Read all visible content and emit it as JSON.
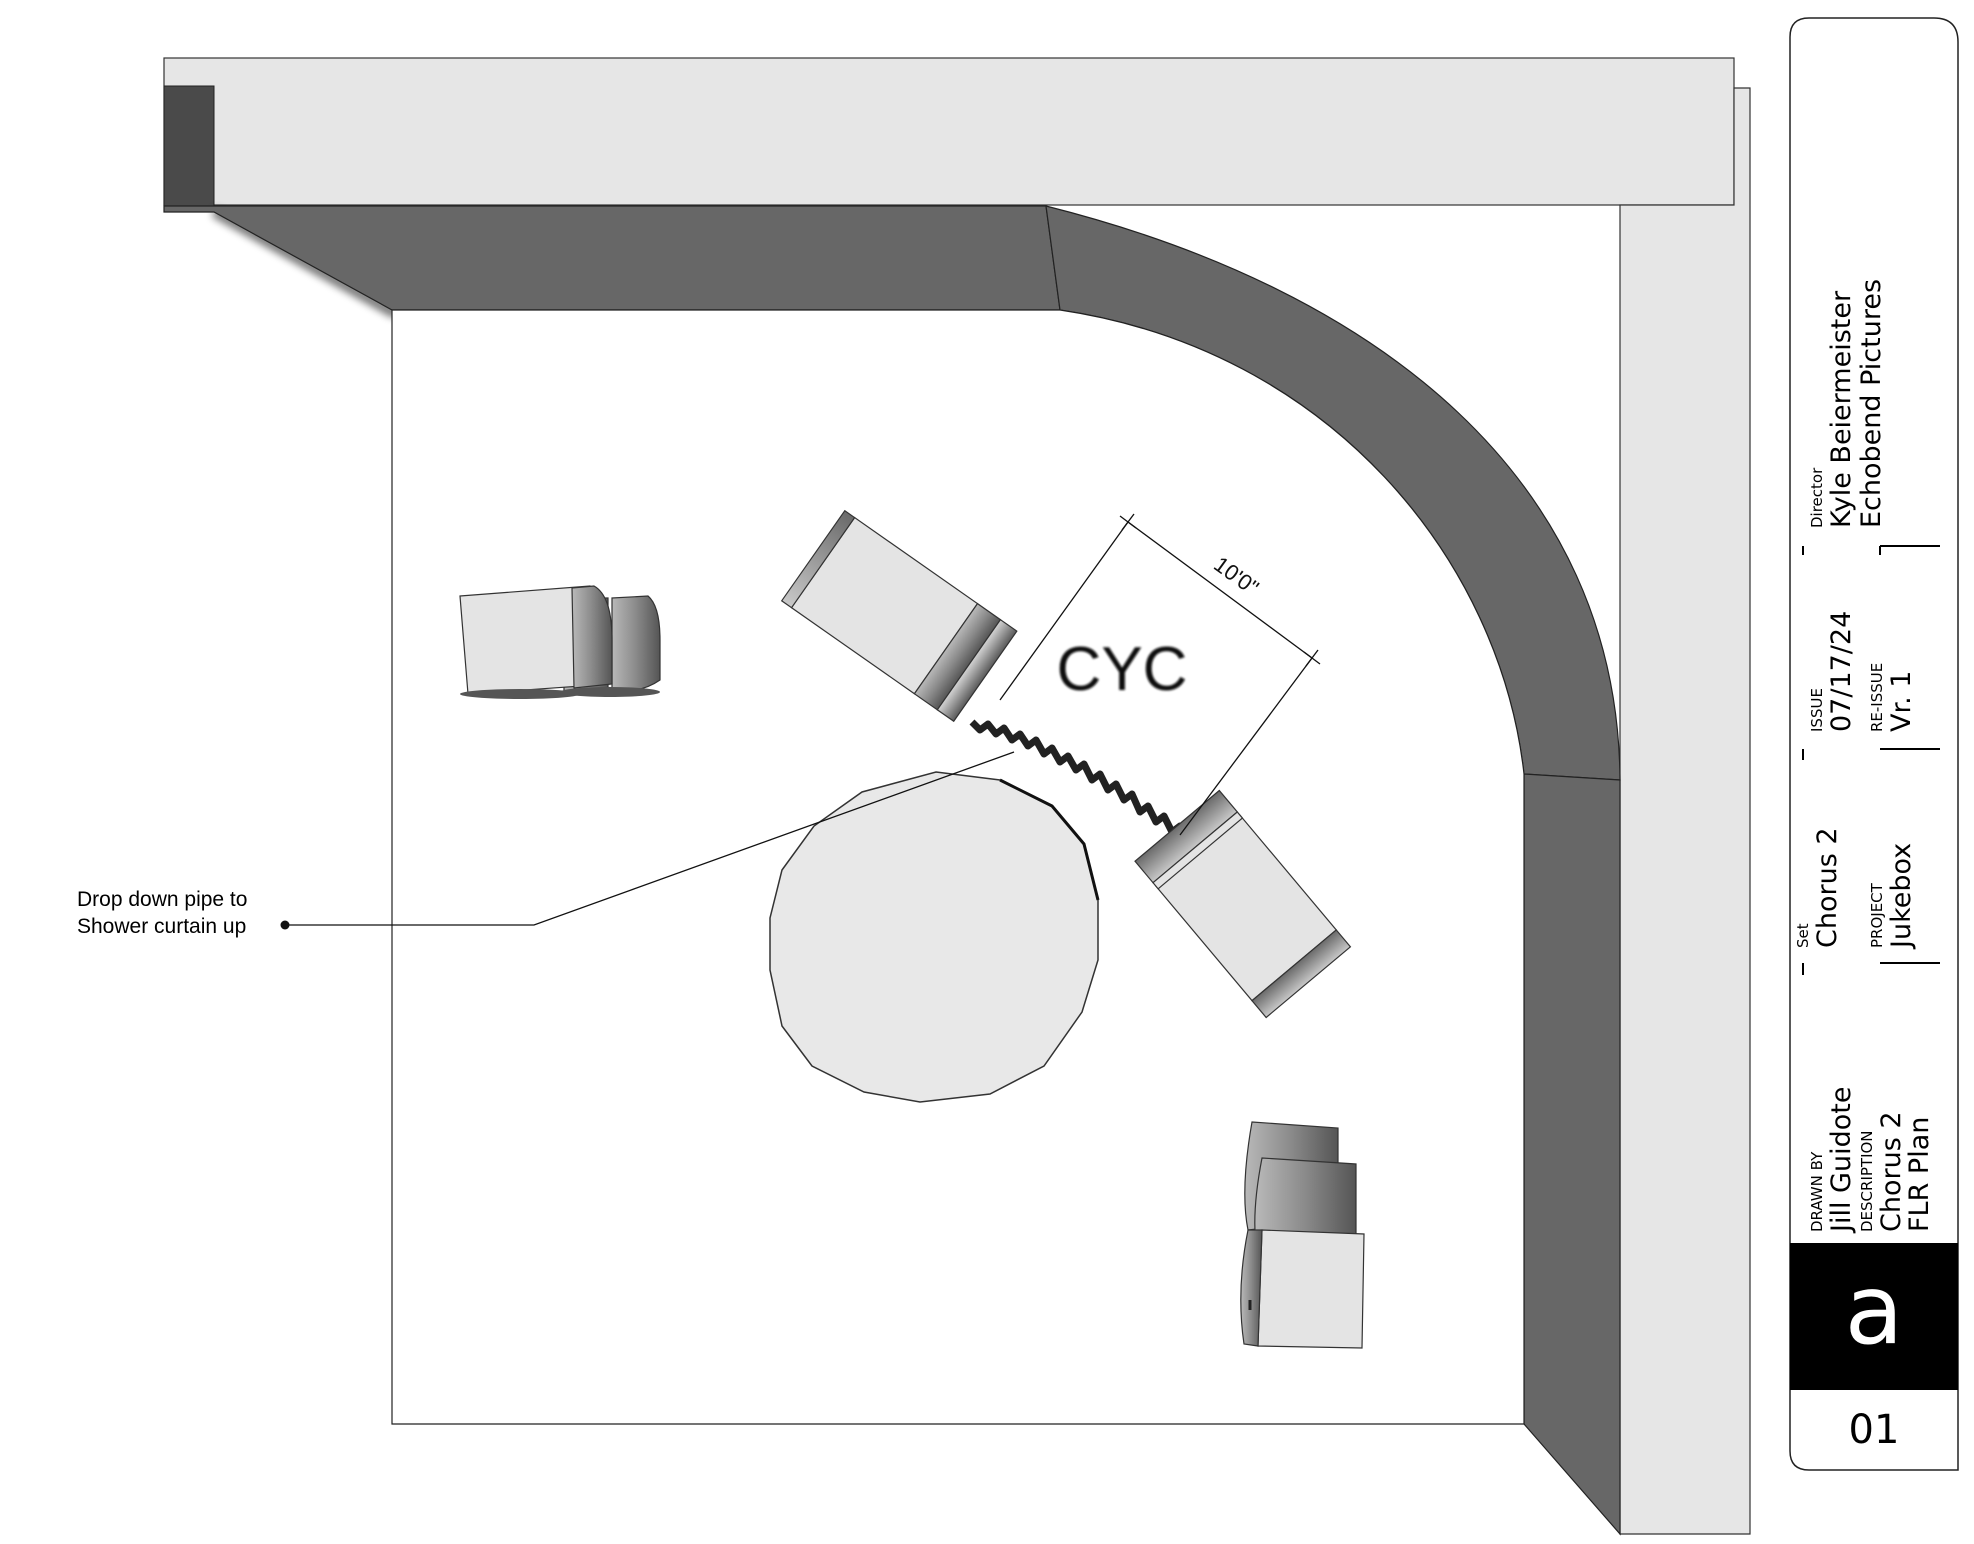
{
  "drawing": {
    "cyc_label": "CYC",
    "dimension": "10'0\"",
    "callout": [
      "Drop down pipe to",
      "Shower curtain up"
    ]
  },
  "title_block": {
    "director_label": "Director",
    "director_name": "Kyle Beiermeister",
    "company": "Echobend Pictures",
    "issue_label": "ISSUE",
    "issue_date": "07/17/24",
    "reissue_label": "RE-ISSUE",
    "reissue_value": "Vr. 1",
    "set_label": "Set",
    "set_value": "Chorus 2",
    "project_label": "PROJECT",
    "project_value": "Jukebox",
    "drawn_by_label": "DRAWN BY",
    "drawn_by_value": "Jill Guidote",
    "description_label": "DESCRIPTION",
    "description_line1": "Chorus 2",
    "description_line2": "FLR Plan",
    "sheet_letter": "a",
    "sheet_number": "01"
  },
  "colors": {
    "wall_dark": "#676767",
    "wall_light": "#e6e6e6",
    "floor": "#ffffff",
    "table": "#e8e8e8",
    "title_block_black": "#000000"
  }
}
